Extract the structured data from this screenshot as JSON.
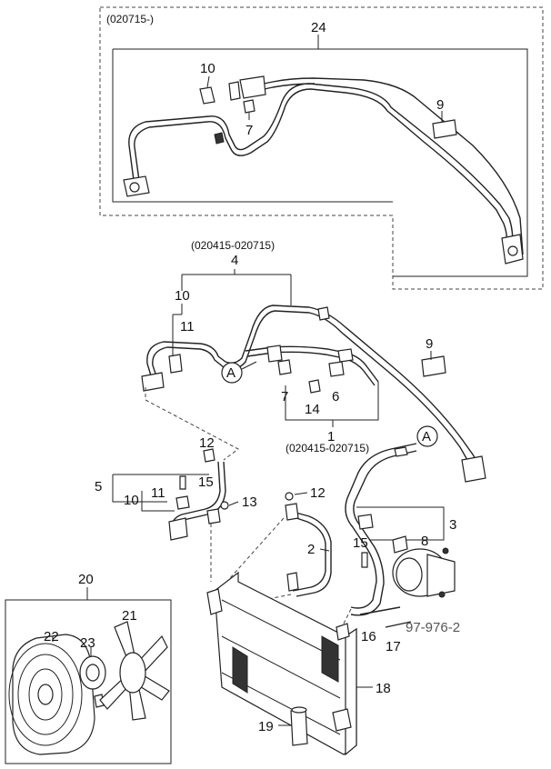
{
  "boxes": {
    "top_range": "(020715-)",
    "mid_range": "(020415-020715)",
    "lower_range": "(020415-020715)"
  },
  "callouts": {
    "c24": "24",
    "c10a": "10",
    "c7a": "7",
    "c9a": "9",
    "c4": "4",
    "c10b": "10",
    "c11a": "11",
    "c9b": "9",
    "c7b": "7",
    "c14": "14",
    "c6": "6",
    "c1": "1",
    "c12a": "12",
    "c5": "5",
    "c15a": "15",
    "c10c": "10",
    "c11b": "11",
    "c13": "13",
    "c12b": "12",
    "c2": "2",
    "c3": "3",
    "c15b": "15",
    "c8": "8",
    "c16": "16",
    "c17": "17",
    "c20": "20",
    "c21": "21",
    "c22": "22",
    "c23": "23",
    "c18": "18",
    "c19": "19",
    "marker_a1": "A",
    "marker_a2": "A",
    "ref_code": "97-976-2"
  }
}
